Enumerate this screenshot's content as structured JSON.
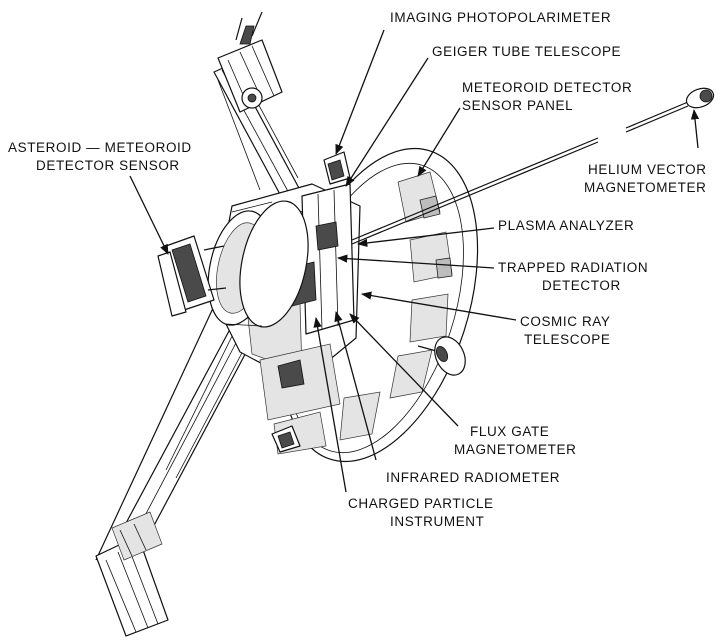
{
  "labels": {
    "imaging_photopolarimeter": "IMAGING PHOTOPOLARIMETER",
    "geiger_tube_telescope": "GEIGER TUBE TELESCOPE",
    "meteoroid_detector_line1": "METEOROID DETECTOR",
    "meteoroid_detector_line2": "SENSOR PANEL",
    "asteroid_meteoroid_line1": "ASTEROID — METEOROID",
    "asteroid_meteoroid_line2": "DETECTOR SENSOR",
    "helium_vector_line1": "HELIUM VECTOR",
    "helium_vector_line2": "MAGNETOMETER",
    "plasma_analyzer": "PLASMA ANALYZER",
    "trapped_radiation_line1": "TRAPPED RADIATION",
    "trapped_radiation_line2": "DETECTOR",
    "cosmic_ray_line1": "COSMIC RAY",
    "cosmic_ray_line2": "TELESCOPE",
    "flux_gate_line1": "FLUX GATE",
    "flux_gate_line2": "MAGNETOMETER",
    "infrared_radiometer": "INFRARED RADIOMETER",
    "charged_particle_line1": "CHARGED PARTICLE",
    "charged_particle_line2": "INSTRUMENT"
  }
}
